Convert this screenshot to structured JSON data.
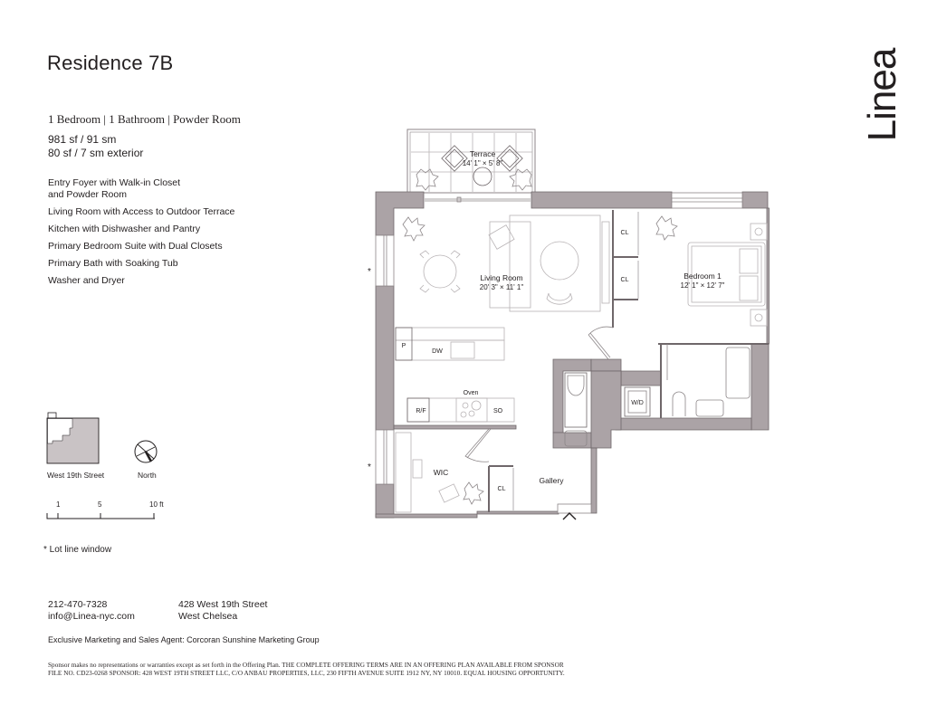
{
  "header": {
    "title": "Residence 7B",
    "unit_type": "1 Bedroom | 1 Bathroom | Powder Room",
    "interior_area": "981 sf / 91 sm",
    "exterior_area": "80 sf / 7 sm exterior"
  },
  "features": [
    {
      "line1": "Entry Foyer with Walk-in Closet",
      "line2": "and Powder Room"
    },
    {
      "line1": "Living Room with Access to Outdoor Terrace"
    },
    {
      "line1": "Kitchen with Dishwasher and Pantry"
    },
    {
      "line1": "Primary Bedroom Suite with Dual Closets"
    },
    {
      "line1": "Primary Bath with Soaking Tub"
    },
    {
      "line1": "Washer and Dryer"
    }
  ],
  "legend": {
    "key_plan_label": "West 19th Street",
    "north_label": "North",
    "scale_ticks": [
      "1",
      "5",
      "10 ft"
    ],
    "lot_line_note": "* Lot line window"
  },
  "floor_plan": {
    "rooms": {
      "terrace": {
        "name": "Terrace",
        "dims": "14' 1\" × 5' 8\""
      },
      "living_room": {
        "name": "Living Room",
        "dims": "20' 3\" × 11' 1\""
      },
      "bedroom": {
        "name": "Bedroom 1",
        "dims": "12' 1\" × 12' 7\""
      },
      "wic": {
        "name": "WIC"
      },
      "gallery": {
        "name": "Gallery"
      }
    },
    "labels": {
      "closet": "CL",
      "pantry": "P",
      "dishwasher": "DW",
      "fridge": "R/F",
      "oven": "Oven",
      "speed_oven": "SO",
      "washer_dryer": "W/D",
      "lot_line_marker": "*"
    },
    "colors": {
      "wall_fill": "#aba3a6",
      "wall_stroke": "#6f676a",
      "fixture_stroke": "#b5b0b2",
      "key_plan_fill": "#c9c3c5"
    }
  },
  "brand": {
    "logo": "Linea"
  },
  "contact": {
    "phone": "212-470-7328",
    "email": "info@Linea-nyc.com",
    "address_line1": "428 West 19th Street",
    "address_line2": "West Chelsea"
  },
  "agent": "Exclusive Marketing and Sales Agent: Corcoran Sunshine Marketing Group",
  "disclaimer": {
    "line1": "Sponsor makes no representations or warranties except as set forth in the Offering Plan. THE COMPLETE OFFERING TERMS ARE IN AN OFFERING PLAN AVAILABLE FROM SPONSOR",
    "line2": "FILE NO. CD23-0268 SPONSOR: 428 WEST 19TH STREET LLC, C/O ANBAU PROPERTIES, LLC, 230 FIFTH AVENUE SUITE 1912 NY, NY 10010. EQUAL HOUSING OPPORTUNITY."
  }
}
